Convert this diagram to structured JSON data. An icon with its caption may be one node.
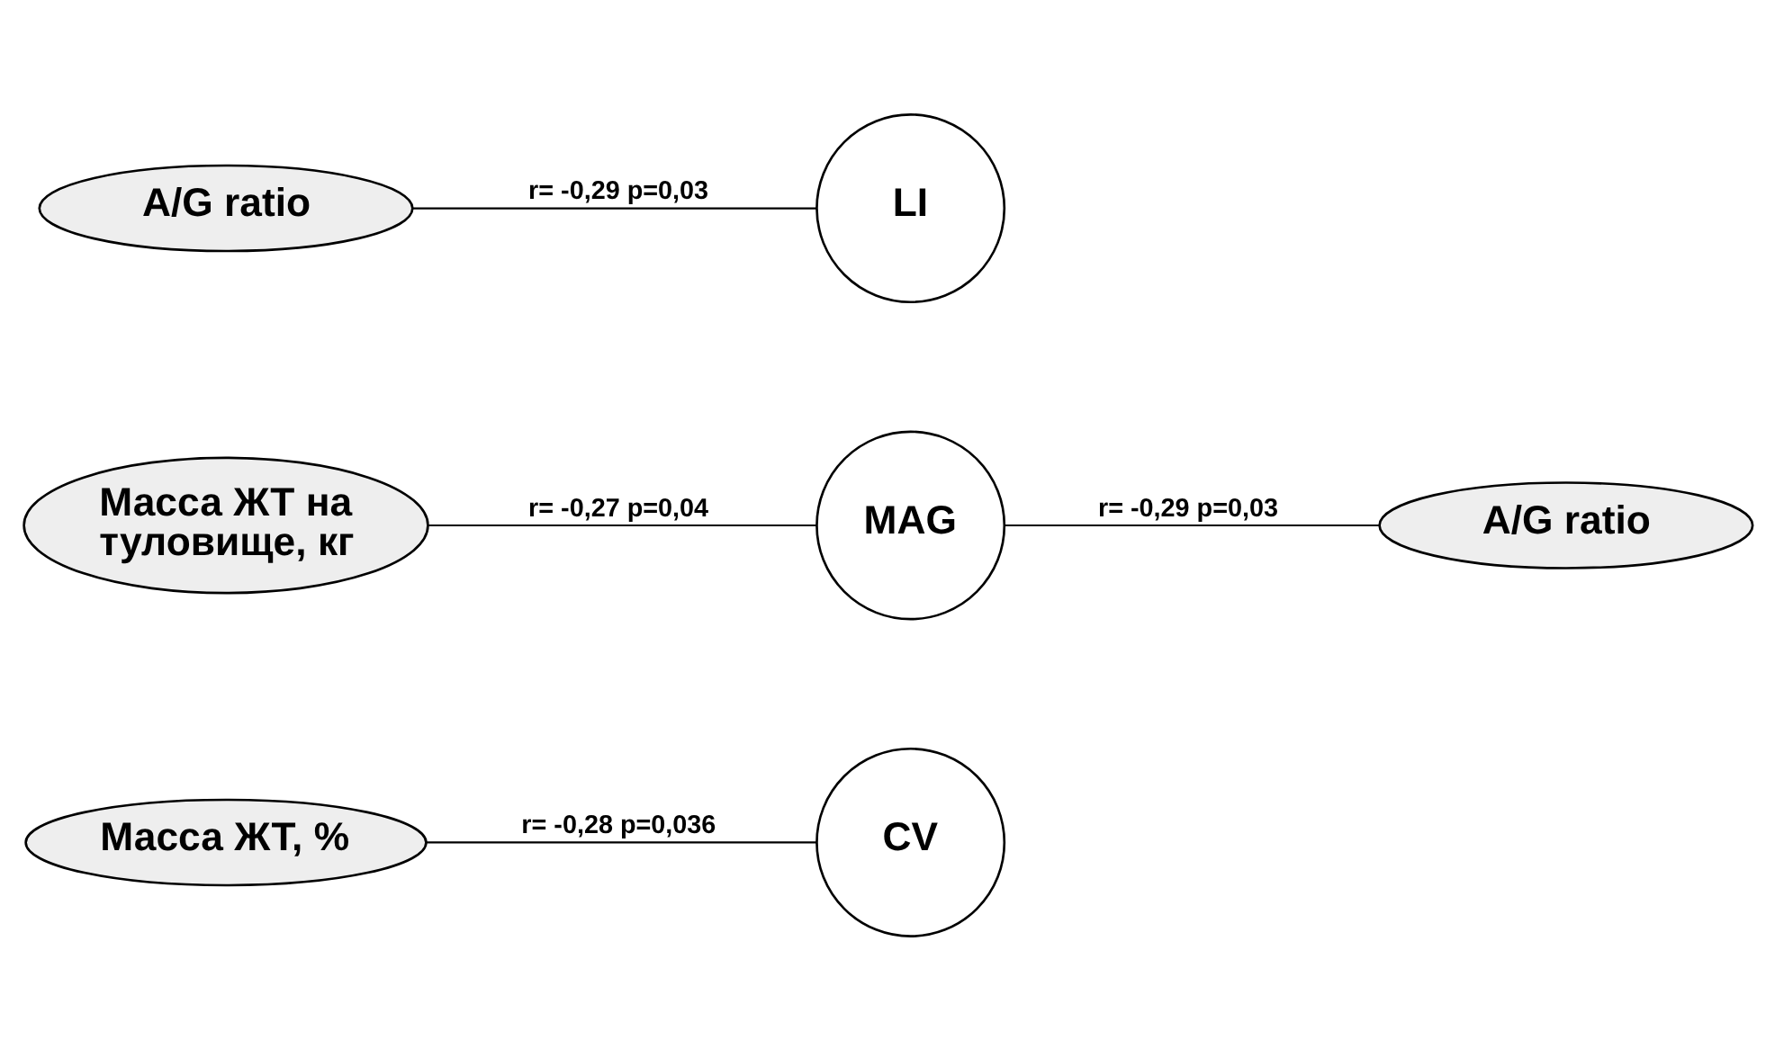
{
  "diagram": {
    "nodes": [
      {
        "text": [
          "Масса ЖТ, %"
        ]
      },
      {
        "text": [
          "CV"
        ]
      },
      {
        "text": [
          "Масса ЖТ на туловище, кг"
        ]
      },
      {
        "text": [
          "MAG"
        ]
      },
      {
        "text": [
          "A/G ratio"
        ]
      },
      {
        "text": [
          "A/G ratio"
        ]
      },
      {
        "text": [
          "LI"
        ]
      }
    ],
    "edges": [
      {
        "from": 0,
        "to": 1,
        "arrow": "none",
        "label": "r= -0,28 p=0,036"
      },
      {
        "from": 2,
        "to": 3,
        "arrow": "none",
        "label": "r= -0,27 p=0,04"
      },
      {
        "from": 3,
        "to": 4,
        "arrow": "none",
        "label": "r= -0,29 p=0,03"
      },
      {
        "from": 5,
        "to": 6,
        "arrow": "none",
        "label": "r= -0,29 p=0,03"
      }
    ]
  }
}
